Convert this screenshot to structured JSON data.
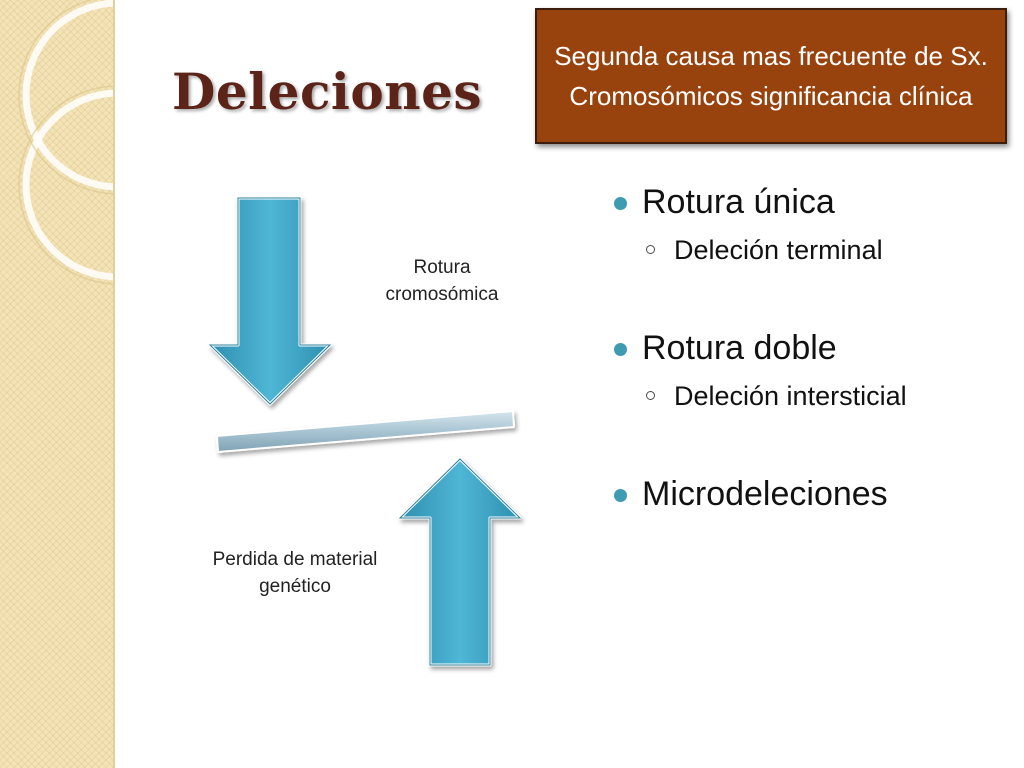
{
  "slide": {
    "title": "Deleciones",
    "callout": "Segunda causa mas frecuente de Sx. Cromosómicos significancia clínica"
  },
  "diagram": {
    "label_top": "Rotura cromosómica",
    "label_bottom": "Perdida de material genético"
  },
  "bullets": [
    {
      "text": "Rotura única",
      "sub": "Deleción terminal"
    },
    {
      "text": "Rotura doble",
      "sub": "Deleción intersticial"
    },
    {
      "text": "Microdeleciones"
    }
  ],
  "colors": {
    "title": "#5c2419",
    "callout_bg": "#98430e",
    "arrow_fill": "#3aa4c4",
    "bullet_dot": "#3f9bb2",
    "side_band": "#f3e3b6"
  },
  "icons": {
    "down_arrow": "down-arrow-icon",
    "up_arrow": "up-arrow-icon",
    "chromosome_bar": "chromosome-bar"
  }
}
